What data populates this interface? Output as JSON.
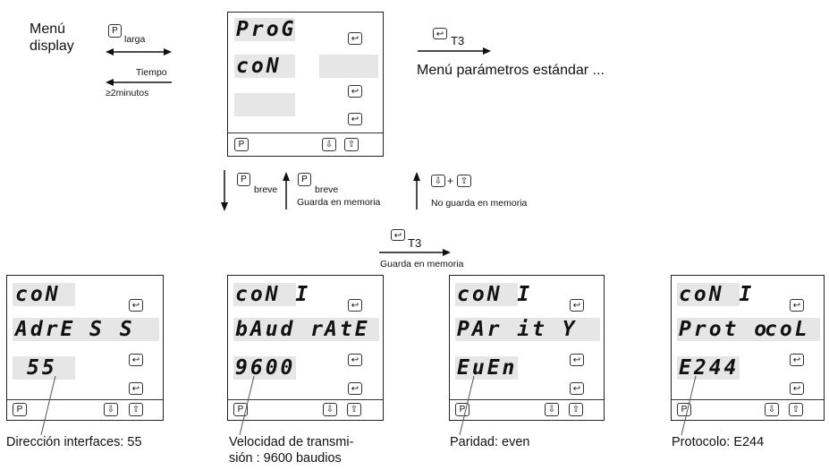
{
  "menu_label_line1": "Menú",
  "menu_label_line2": "display",
  "key_p": "P",
  "key_down": "⇩",
  "key_up": "⇧",
  "key_enter": "↩",
  "larga": "larga",
  "tiempo": "Tiempo",
  "dos_minutos": "≥2minutos",
  "t3": "T3",
  "menu_parametros": "Menú parámetros estándar ...",
  "breve": "breve",
  "guarda_en_memoria": "Guarda en memoria",
  "no_guarda_en_memoria": "No guarda en memoria",
  "plus": "+",
  "top_display": {
    "line1": "ProG",
    "line2": "coN"
  },
  "displays": [
    {
      "line1": "coN",
      "line2a": "AdrE",
      "line2b": "S S",
      "line3": "55",
      "caption1": "Dirección interfaces: 55",
      "caption2": ""
    },
    {
      "line1": "coN I",
      "line2a": "bAud r",
      "line2b": "AtE",
      "line3": "9600",
      "caption1": "Velocidad de transmi-",
      "caption2": "sión : 9600 baudios"
    },
    {
      "line1": "coN I",
      "line2a": "PAr i",
      "line2b": "t Y",
      "line3": "EuEn",
      "caption1": "Paridad: even",
      "caption2": ""
    },
    {
      "line1": "coN I",
      "line2a": "Prot o",
      "line2b": "coL",
      "line3": "E244",
      "caption1": "Protocolo: E244",
      "caption2": ""
    }
  ]
}
